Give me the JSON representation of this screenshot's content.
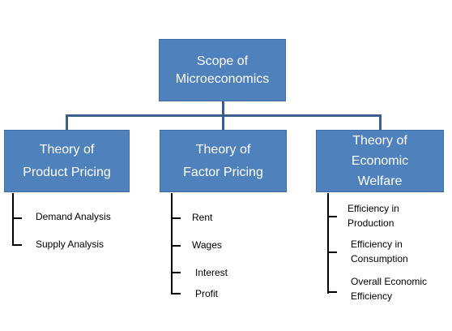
{
  "root": {
    "lines": [
      "Scope of",
      "Microeconomics"
    ]
  },
  "categories": [
    {
      "lines": [
        "Theory of",
        "Product Pricing"
      ],
      "items": [
        [
          "Demand Analysis"
        ],
        [
          "Supply Analysis"
        ]
      ]
    },
    {
      "lines": [
        "Theory of",
        "Factor Pricing"
      ],
      "items": [
        [
          "Rent"
        ],
        [
          "Wages"
        ],
        [
          "Interest"
        ],
        [
          "Profit"
        ]
      ]
    },
    {
      "lines": [
        "Theory of",
        "Economic",
        "Welfare"
      ],
      "items": [
        [
          "Efficiency in",
          "Production"
        ],
        [
          "Efficiency in",
          "Consumption"
        ],
        [
          "Overall Economic",
          "Efficiency"
        ]
      ]
    }
  ],
  "colors": {
    "box_fill": "#4f81bd",
    "box_border": "#3f6ea6",
    "connector": "#3a5f8e",
    "box_text": "#ffffff"
  }
}
